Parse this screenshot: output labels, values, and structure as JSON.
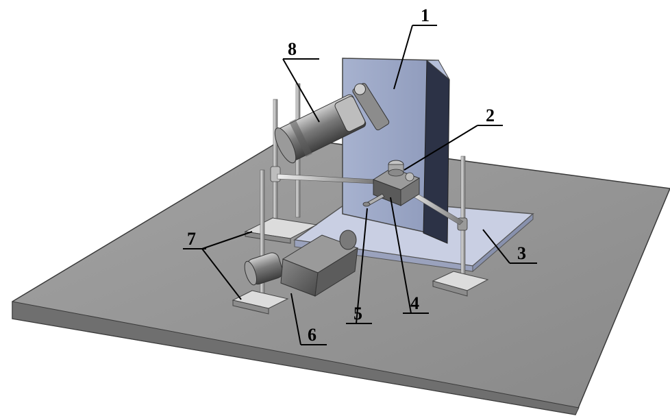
{
  "labels": {
    "l1": "1",
    "l2": "2",
    "l3": "3",
    "l4": "4",
    "l5": "5",
    "l6": "6",
    "l7": "7",
    "l8": "8"
  },
  "colors": {
    "floor": "#929292",
    "panel": "#9aa6c4",
    "panel_side": "#2b3144",
    "base_plate": "#c5cbe0",
    "instrument": "#6d6d6d",
    "stand": "#d8d8d8",
    "leader": "#000000"
  }
}
